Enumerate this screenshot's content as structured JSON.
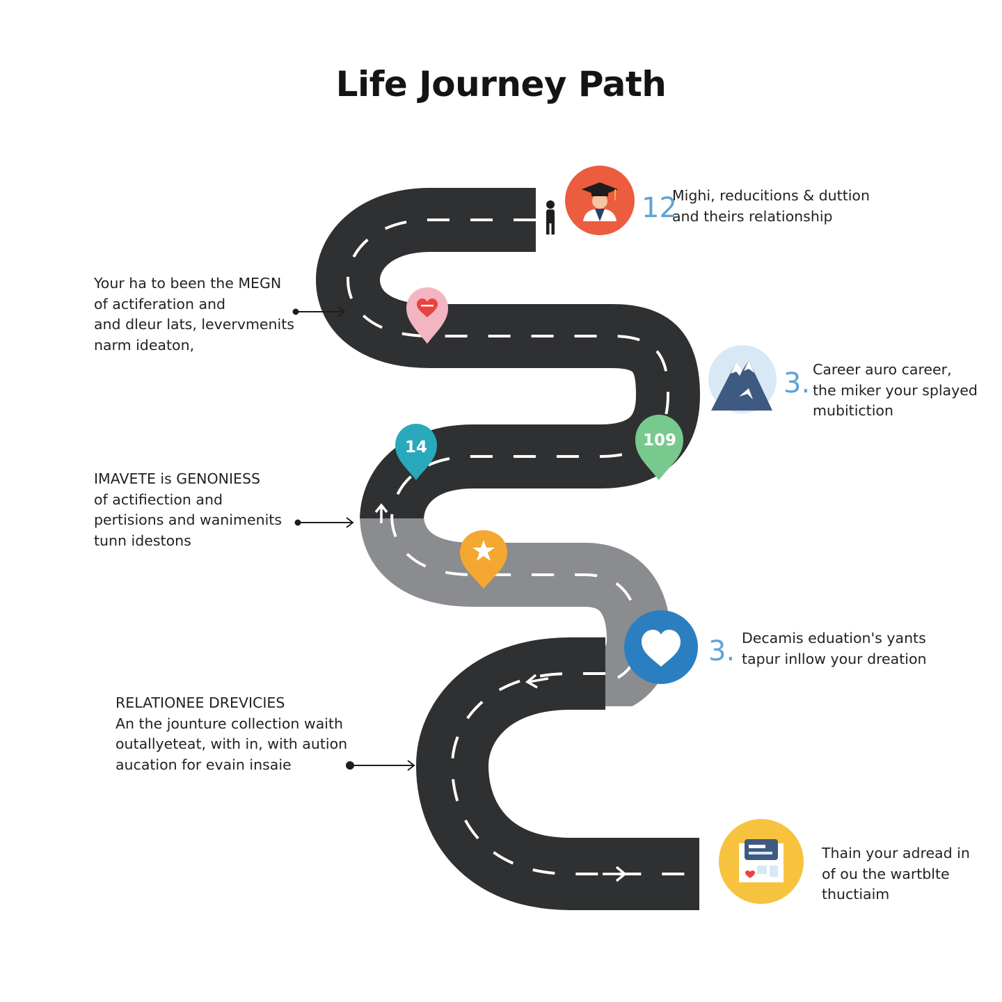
{
  "title": "Life Journey Path",
  "colors": {
    "road_dark": "#2f3032",
    "road_gray": "#8a8c8f",
    "dash": "#ffffff",
    "accent_number": "#5fa3d3",
    "graduation_circle": "#ec5c3e",
    "heart_pin": "#f4b5c2",
    "mountain_circle": "#d9e8f5",
    "pin_teal": "#29a9bb",
    "pin_green": "#78c98e",
    "star_pin": "#f4a832",
    "heart_circle": "#2b7fc0",
    "home_circle": "#f7c33f"
  },
  "pins": {
    "teal_number": "14",
    "green_number": "109"
  },
  "milestones_right": [
    {
      "number": "12",
      "icon": "graduation-icon",
      "lines": [
        "Mighi, reducitions & duttion",
        "and theirs relationship"
      ]
    },
    {
      "number": "3.",
      "icon": "mountain-icon",
      "lines": [
        "Career auro career,",
        "the miker your splayed",
        "mubitiction"
      ]
    },
    {
      "number": "3.",
      "icon": "heart-icon",
      "lines": [
        "Decamis eduation's yants",
        "tapur inllow your dreation"
      ]
    },
    {
      "number": "",
      "icon": "home-document-icon",
      "lines": [
        "Thain your adread in",
        "of ou the wartblte",
        "thuctiaim"
      ]
    }
  ],
  "milestones_left": [
    {
      "lines": [
        "Your ha to been the MEGN",
        "of actiferation and",
        "and dleur lats, levervmenits",
        "narm ideaton,"
      ]
    },
    {
      "lines": [
        "IMAVETE is GENONIESS",
        "of actifiection and",
        "pertisions and wanimenits",
        "tunn idestons"
      ]
    },
    {
      "lines": [
        "RELATIONEE DREVICIES",
        "An the jounture collection waith",
        "outallyeteat, with in, with aution",
        "aucation for evain insaie"
      ]
    }
  ]
}
